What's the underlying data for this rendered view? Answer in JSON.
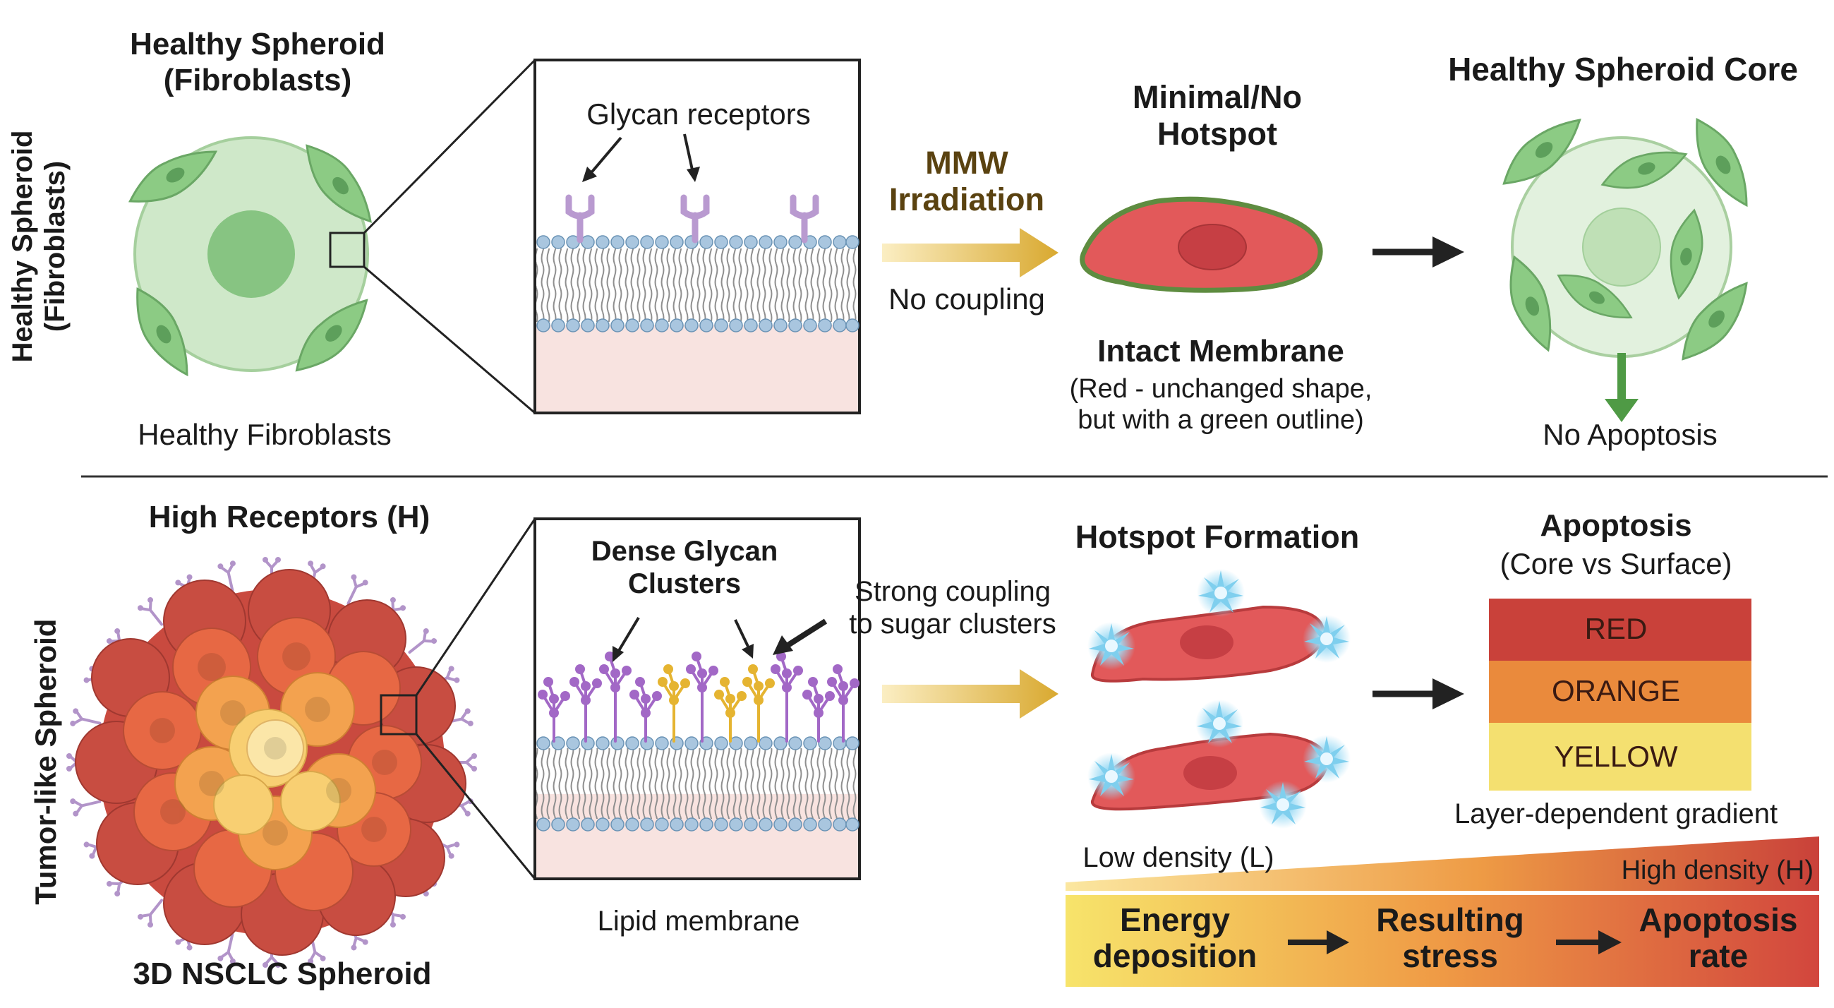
{
  "row_labels": {
    "top": "Healthy Spheroid\n(Fibroblasts)",
    "bottom": "Tumor-like Spheroid"
  },
  "top": {
    "spheroid_title": "Healthy Spheroid\n(Fibroblasts)",
    "spheroid_caption": "Healthy Fibroblasts",
    "inset_label": "Glycan receptors",
    "arrow_title": "MMW\nIrradiation",
    "arrow_caption": "No coupling",
    "cell_title": "Minimal/No\nHotspot",
    "cell_caption_title": "Intact Membrane",
    "cell_caption_body": "(Red - unchanged shape,\nbut with a green outline)",
    "result_title": "Healthy Spheroid Core",
    "result_caption": "No Apoptosis"
  },
  "bottom": {
    "spheroid_title": "High Receptors (H)",
    "spheroid_caption": "3D NSCLC Spheroid",
    "inset_label": "Dense Glycan\nClusters",
    "inset_caption": "Lipid membrane",
    "coupling_note": "Strong coupling\nto sugar clusters",
    "cell_title": "Hotspot Formation",
    "density_low": "Low density (L)",
    "density_high": "High density (H)",
    "apoptosis_title": "Apoptosis",
    "apoptosis_subtitle": "(Core vs Surface)",
    "gradient_bands": [
      {
        "label": "RED",
        "color": "#c9413a"
      },
      {
        "label": "ORANGE",
        "color": "#ea8a3c"
      },
      {
        "label": "YELLOW",
        "color": "#f4e070"
      }
    ],
    "gradient_caption": "Layer-dependent gradient",
    "flow": [
      "Energy\ndeposition",
      "Resulting\nstress",
      "Apoptosis\nrate"
    ]
  },
  "colors": {
    "healthy_green": "#86c486",
    "fibroblast_green": "#6fb36a",
    "cell_red": "#e2595a",
    "membrane_blue": "#a9c6df",
    "receptor_purple": "#b99ad0",
    "arrow_gold": "#d9a930",
    "hotspot_blue": "#9fdcf5"
  }
}
